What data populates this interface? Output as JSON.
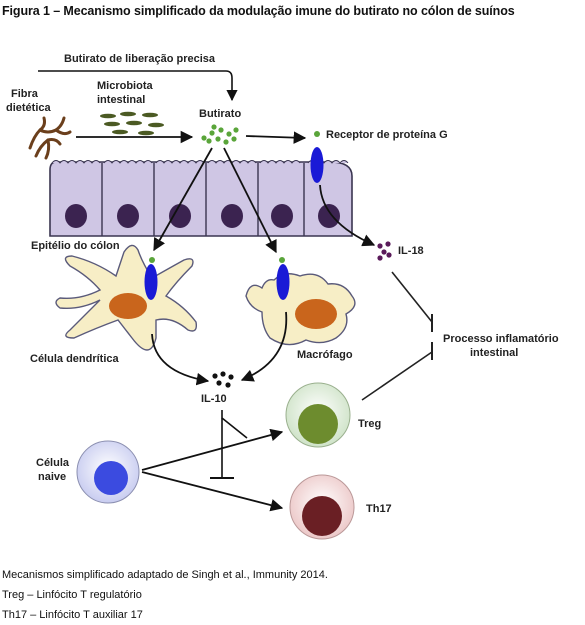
{
  "title": "Figura 1 – Mecanismo simplificado da modulação imune do butirato no cólon de suínos",
  "labels": {
    "butirato_liberacao": "Butirato de liberação precisa",
    "fibra_1": "Fibra",
    "fibra_2": "dietética",
    "microbiota_1": "Microbiota",
    "microbiota_2": "intestinal",
    "butirato": "Butirato",
    "receptor": "Receptor de proteína G",
    "epitelio": "Epitélio do cólon",
    "il18": "IL-18",
    "dendritica": "Célula dendrítica",
    "macrofago": "Macrófago",
    "processo_1": "Processo inflamatório",
    "processo_2": "intestinal",
    "il10": "IL-10",
    "treg": "Treg",
    "celula_1": "Célula",
    "celula_2": "naive",
    "th17": "Th17"
  },
  "notes": [
    "Mecanismos simplificado adaptado de Singh et al., Immunity 2014.",
    "Treg – Linfócito T regulatório",
    "Th17 – Linfócito T auxiliar 17"
  ],
  "colors": {
    "epithelium_fill": "#cfc6e4",
    "epithelium_stroke": "#3a3550",
    "nucleus_dark": "#3b2350",
    "receptor_blue": "#1a1ad6",
    "butyrate_green": "#5aa53a",
    "dendritic_fill": "#f7eec6",
    "nucleus_orange": "#c9651c",
    "treg_nucleus": "#6d8c2e",
    "naive_nucleus": "#3b4be0",
    "th17_nucleus": "#6a1f24",
    "il18_purple": "#5a1a5a",
    "il10_black": "#111111"
  }
}
